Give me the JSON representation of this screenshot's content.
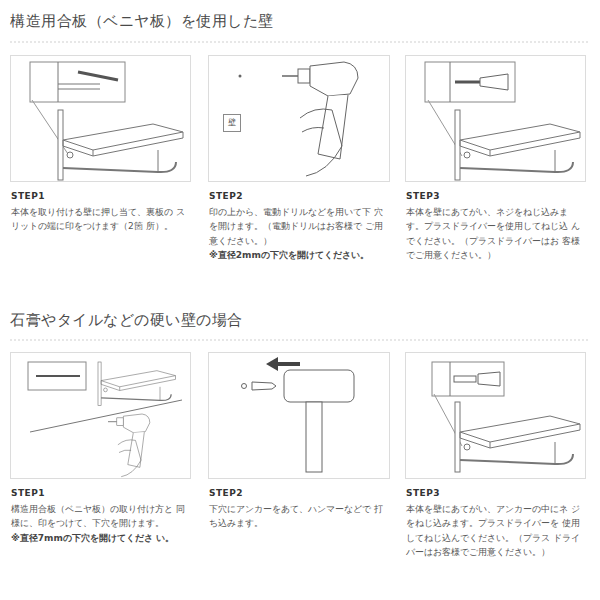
{
  "diagram": {
    "nodes": [
      {
        "text": [
          "STEP1",
          "本体を取り付ける壁に押し当て、裏板の スリットの端に印をつけます（2箇 所）。"
        ]
      },
      {
        "text": [
          "STEP2",
          "印の上から、電動ドリルなどを用いて下 穴を開けます。（電動ドリルはお客様で ご用意ください。）",
          "※直径2mmの下穴を開けてください。"
        ]
      },
      {
        "text": [
          "STEP3",
          "本体を壁にあてがい、ネジをねじ込みま す。プラスドライバーを使用してねじ込 んでください。（プラスドライバーはお 客様でご用意ください。）"
        ]
      },
      {
        "text": [
          "STEP1",
          "構造用合板（ベニヤ板）の取り付け方と 同様に、印をつけて、下穴を開けます。",
          "※直径7mmの下穴を開けてくださ い。"
        ]
      },
      {
        "text": [
          "STEP2",
          "下穴にアンカーをあて、ハンマーなどで 打ち込みます。"
        ]
      },
      {
        "text": [
          "STEP3",
          "本体を壁にあてがい、アンカーの中にネ ジをねじ込みます。プラスドライバーを 使用してねじ込んでください。（プラス ドライバーはお客様でご用意ください。）"
        ]
      },
      {
        "text": [
          "壁"
        ],
        "in": 1
      }
    ],
    "labels": [
      "構造用合板（ベニヤ板）を使用した壁",
      "石膏やタイルなどの硬い壁の場合"
    ]
  }
}
